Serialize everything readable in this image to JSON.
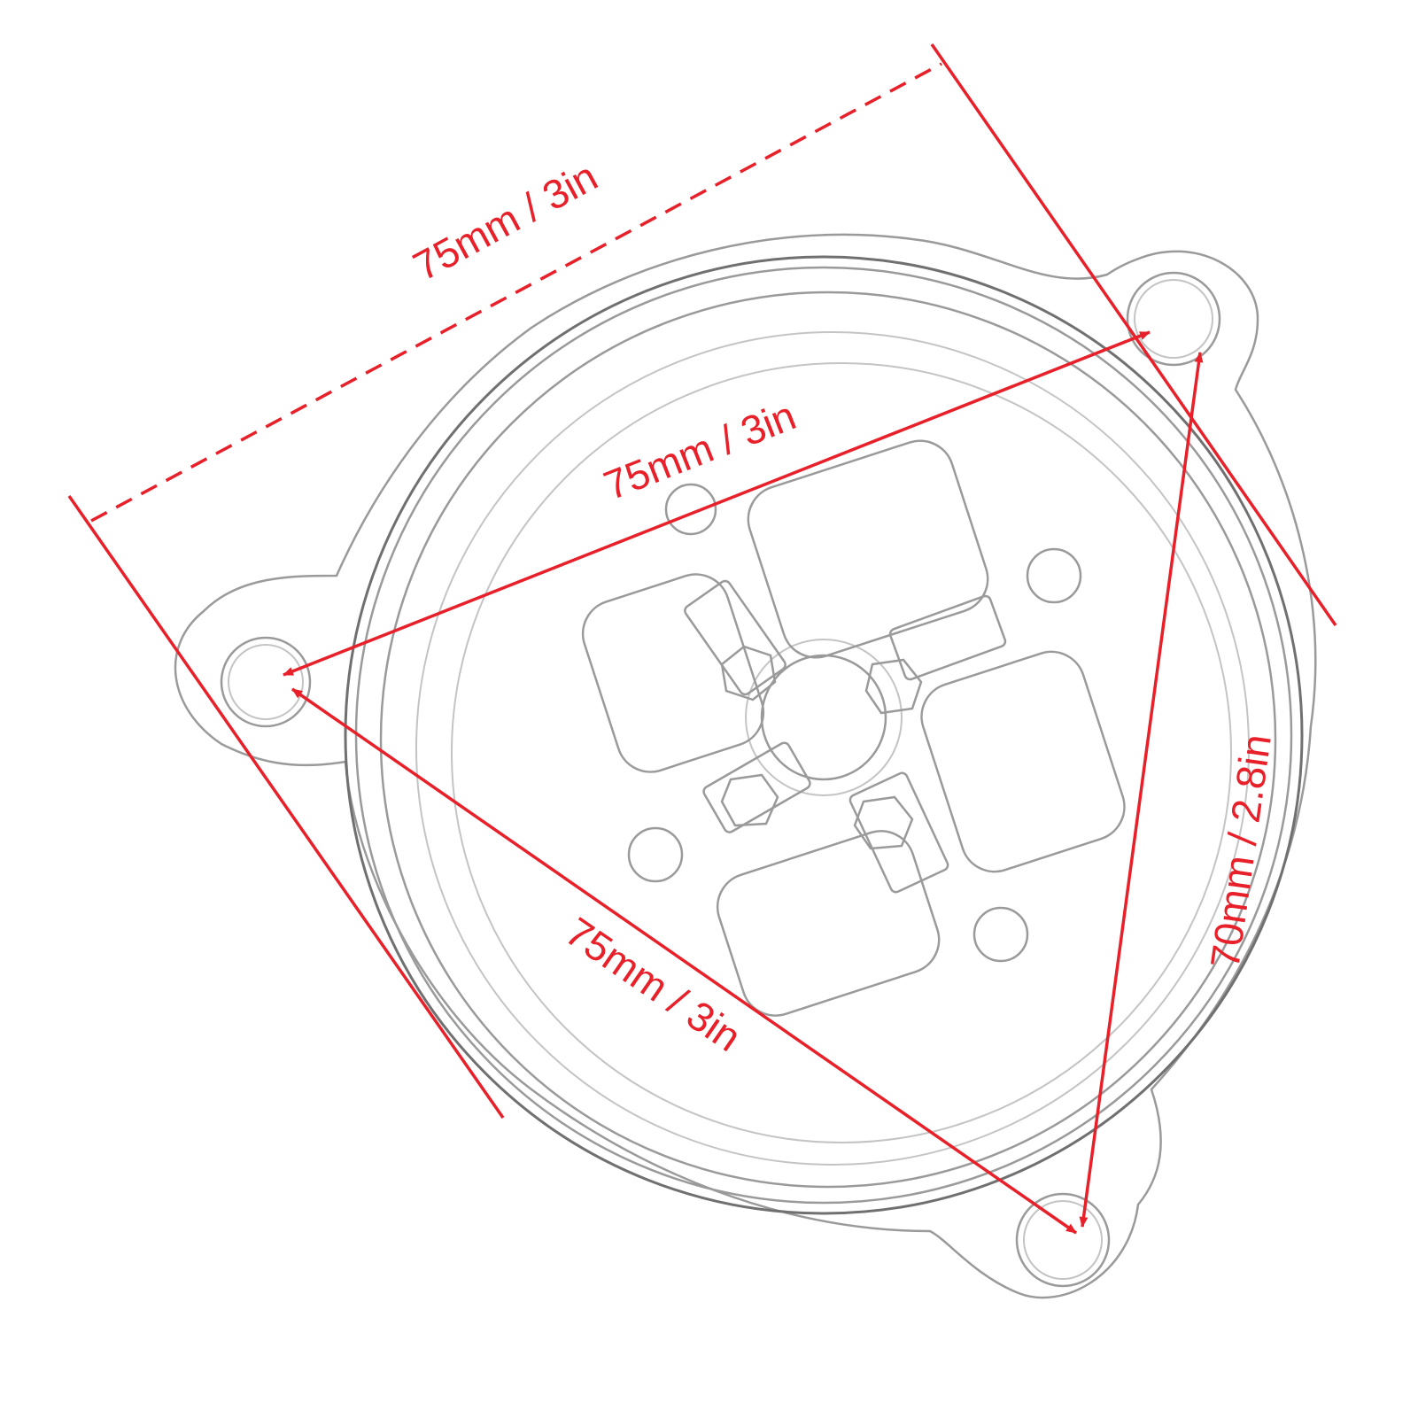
{
  "colors": {
    "dimension": "#e8202a",
    "outline": "#9a9a9a",
    "background": "#ffffff"
  },
  "dimensions": {
    "top_outer": "75mm / 3in",
    "top_inner": "75mm / 3in",
    "left_lower": "75mm / 3in",
    "right": "70mm / 2.8in"
  }
}
